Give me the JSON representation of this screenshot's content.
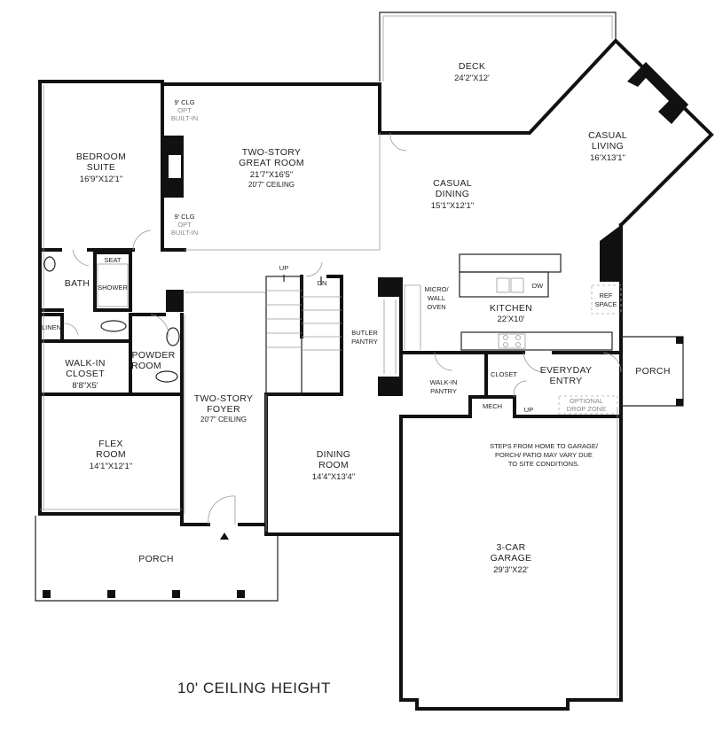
{
  "plan_label": "10' CEILING HEIGHT",
  "rooms": {
    "deck": {
      "name": "DECK",
      "size": "24'2\"X12'"
    },
    "casual_living": {
      "name1": "CASUAL",
      "name2": "LIVING",
      "size": "16'X13'1\""
    },
    "bedroom_suite": {
      "name1": "BEDROOM",
      "name2": "SUITE",
      "size": "16'9\"X12'1\""
    },
    "great_room": {
      "name1": "TWO-STORY",
      "name2": "GREAT ROOM",
      "size": "21'7\"X16'5\"",
      "ceiling": "20'7\" CEILING"
    },
    "casual_dining": {
      "name1": "CASUAL",
      "name2": "DINING",
      "size": "15'1\"X12'1\""
    },
    "kitchen": {
      "name": "KITCHEN",
      "size": "22'X10'"
    },
    "bath": {
      "name": "BATH"
    },
    "seat": {
      "name": "SEAT"
    },
    "shower": {
      "name": "SHOWER"
    },
    "linen": {
      "name": "LINEN"
    },
    "walk_in_closet": {
      "name1": "WALK-IN",
      "name2": "CLOSET",
      "size": "8'8\"X5'"
    },
    "powder_room": {
      "name1": "POWDER",
      "name2": "ROOM"
    },
    "foyer": {
      "name1": "TWO-STORY",
      "name2": "FOYER",
      "ceiling": "20'7\" CEILING"
    },
    "flex_room": {
      "name1": "FLEX",
      "name2": "ROOM",
      "size": "14'1\"X12'1\""
    },
    "dining_room": {
      "name1": "DINING",
      "name2": "ROOM",
      "size": "14'4\"X13'4\""
    },
    "butler_pantry": {
      "name1": "BUTLER",
      "name2": "PANTRY"
    },
    "micro_wall_oven": {
      "line1": "MICRO/",
      "line2": "WALL",
      "line3": "OVEN"
    },
    "walk_in_pantry": {
      "name1": "WALK-IN",
      "name2": "PANTRY"
    },
    "closet": {
      "name": "CLOSET"
    },
    "mech": {
      "name": "MECH"
    },
    "everyday_entry": {
      "name1": "EVERYDAY",
      "name2": "ENTRY"
    },
    "optional_drop_zone": {
      "name1": "OPTIONAL",
      "name2": "DROP ZONE"
    },
    "ref_space": {
      "name1": "REF",
      "name2": "SPACE"
    },
    "porch_right": {
      "name": "PORCH"
    },
    "porch_front": {
      "name": "PORCH"
    },
    "garage": {
      "name1": "3-CAR",
      "name2": "GARAGE",
      "size": "29'3\"X22'"
    }
  },
  "notes": {
    "opt_builtin_top": {
      "line1": "9' CLG",
      "line2": "OPT",
      "line3": "BUILT-IN"
    },
    "opt_builtin_bottom": {
      "line1": "9' CLG",
      "line2": "OPT",
      "line3": "BUILT-IN"
    },
    "dw": "DW",
    "stairs_up": "UP",
    "stairs_dn": "DN",
    "entry_up": "UP",
    "garage_steps": {
      "line1": "STEPS FROM HOME TO GARAGE/",
      "line2": "PORCH/ PATIO MAY VARY DUE",
      "line3": "TO SITE CONDITIONS."
    }
  }
}
